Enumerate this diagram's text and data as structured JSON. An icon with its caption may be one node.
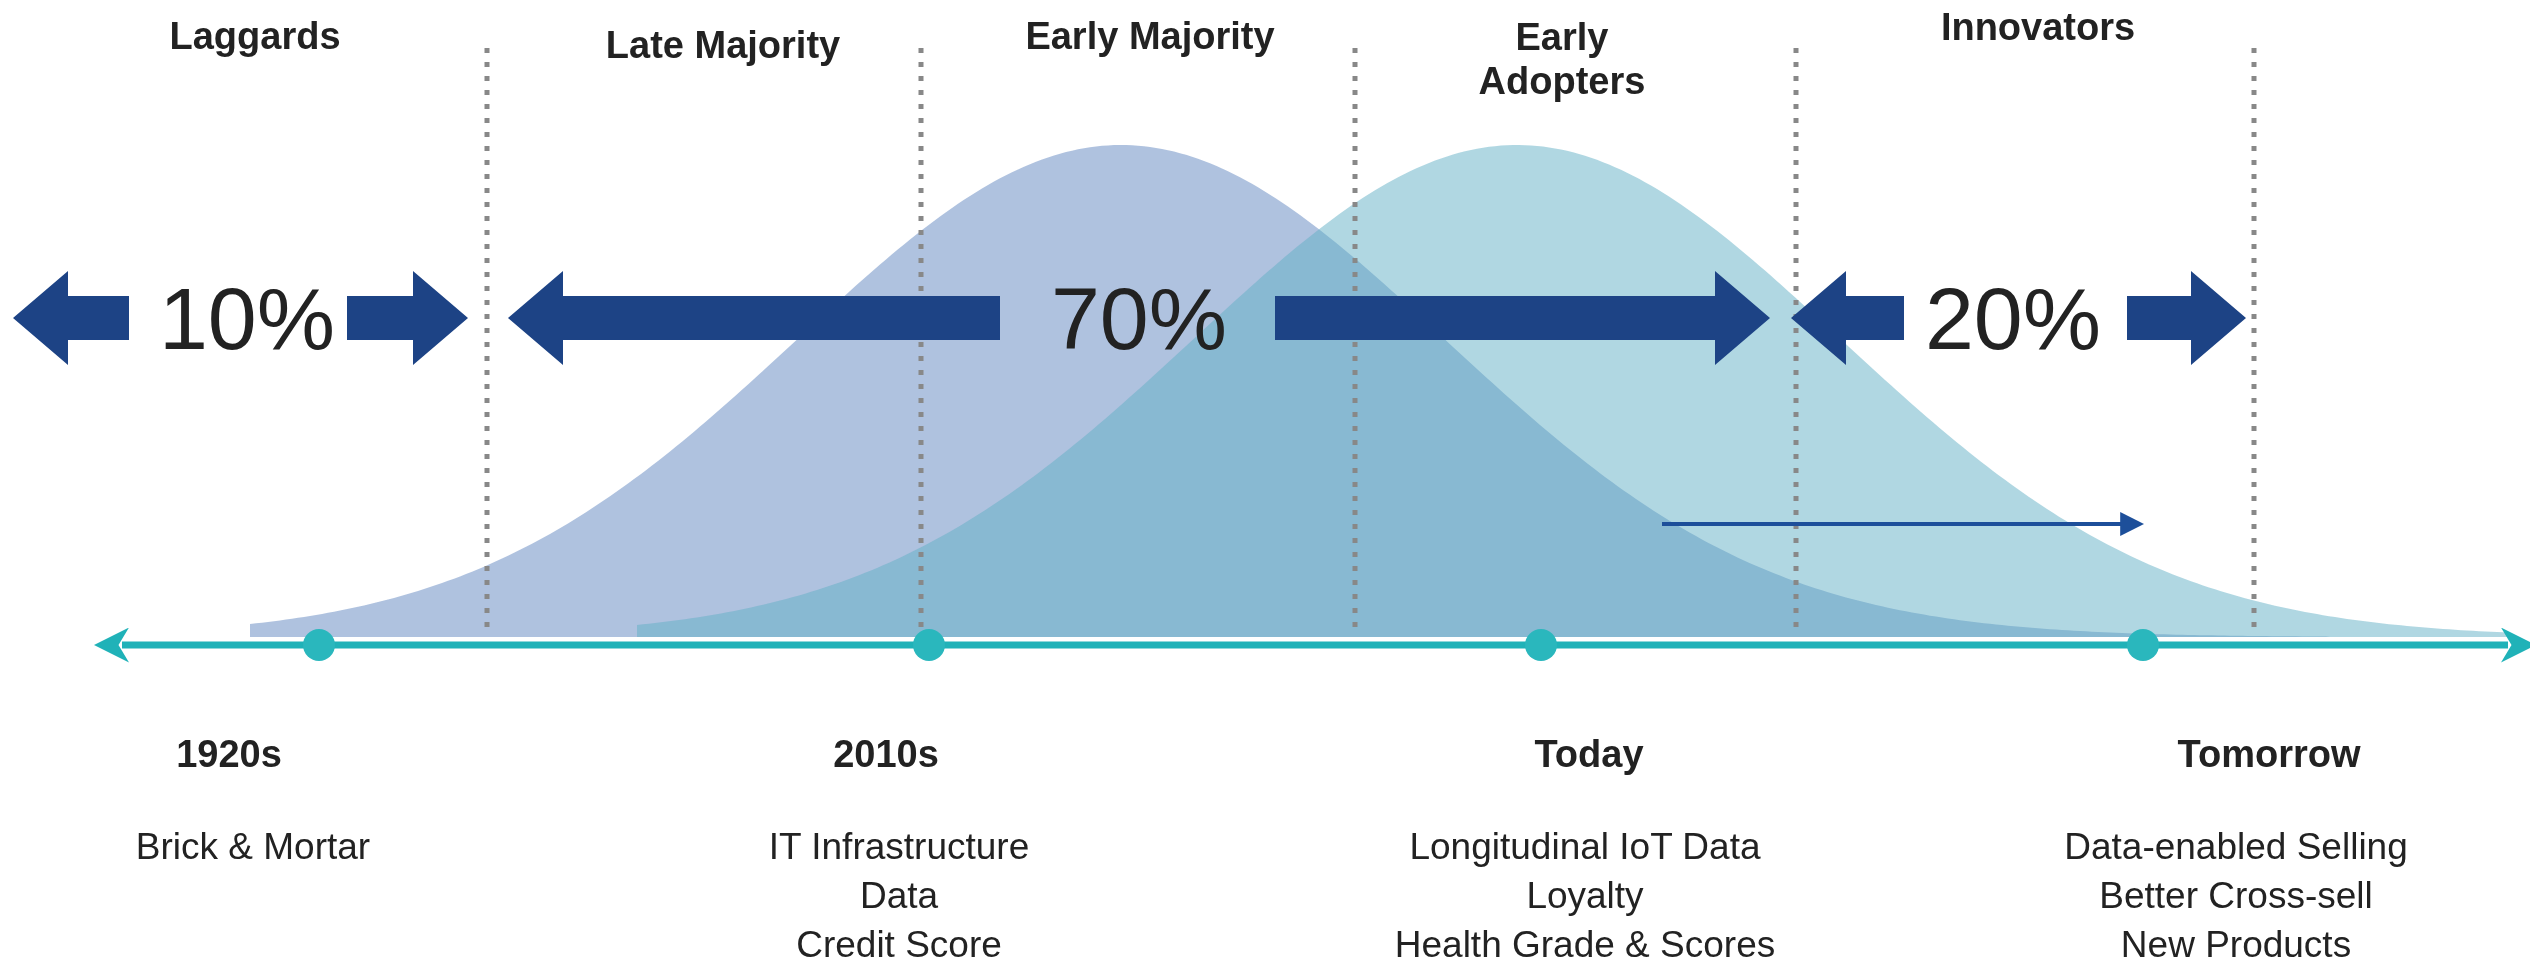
{
  "diagram": {
    "labels": [
      "Laggards",
      "Late Majority",
      "Early Majority",
      "Early Adopters",
      "Innovators",
      "10%",
      "70%",
      "20%",
      "1920s",
      "2010s",
      "Today",
      "Tomorrow",
      "Brick & Mortar",
      "IT Infrastructure",
      "Longitudinal IoT Data",
      "Data-enabled Selling",
      "Data",
      "Loyalty",
      "Better Cross-sell",
      "Credit Score",
      "Health Grade & Scores",
      "New Products"
    ]
  }
}
